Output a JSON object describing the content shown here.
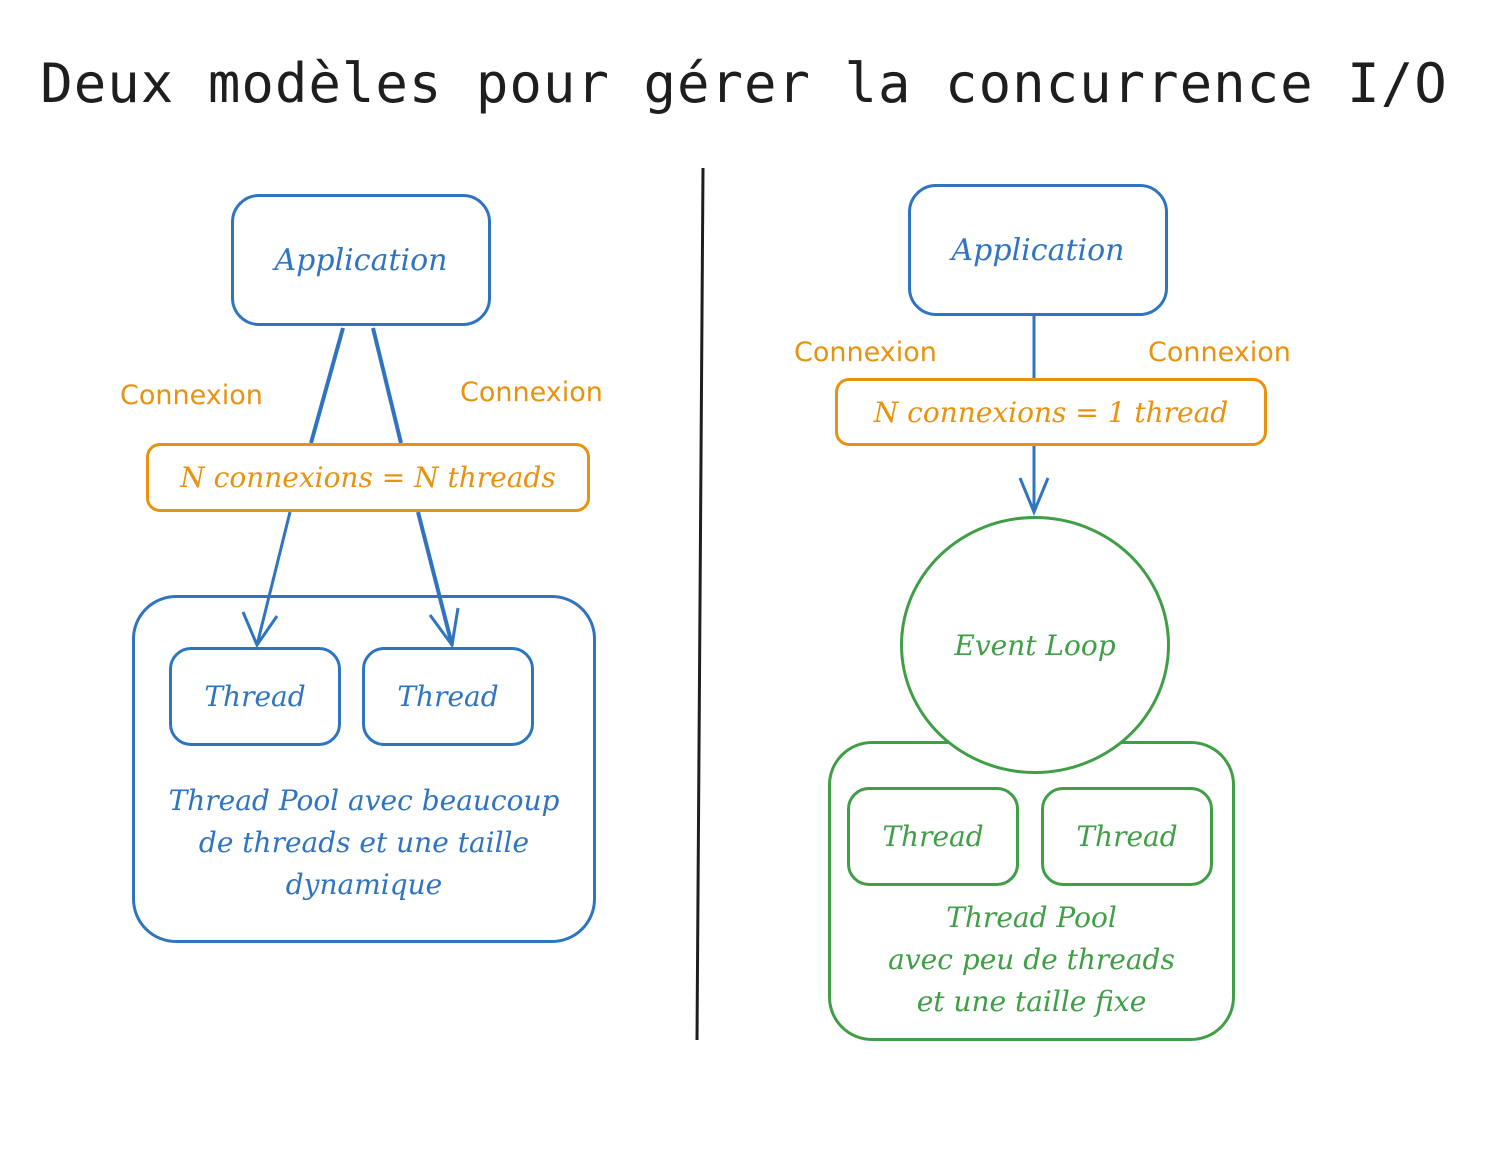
{
  "title": "Deux modèles pour gérer la concurrence I/O",
  "colors": {
    "blue": "#2f74c0",
    "green": "#3f9e46",
    "orange": "#e8920f",
    "ink": "#1e1e1e"
  },
  "left": {
    "application": "Application",
    "connexion_left": "Connexion",
    "connexion_right": "Connexion",
    "mapping": "N connexions = N threads",
    "thread_1": "Thread",
    "thread_2": "Thread",
    "pool_caption": "Thread Pool avec beaucoup\nde threads et une taille\ndynamique"
  },
  "right": {
    "application": "Application",
    "connexion_left": "Connexion",
    "connexion_right": "Connexion",
    "mapping": "N connexions = 1 thread",
    "event_loop": "Event Loop",
    "thread_1": "Thread",
    "thread_2": "Thread",
    "pool_caption": "Thread Pool\navec peu de threads\net une taille fixe"
  }
}
